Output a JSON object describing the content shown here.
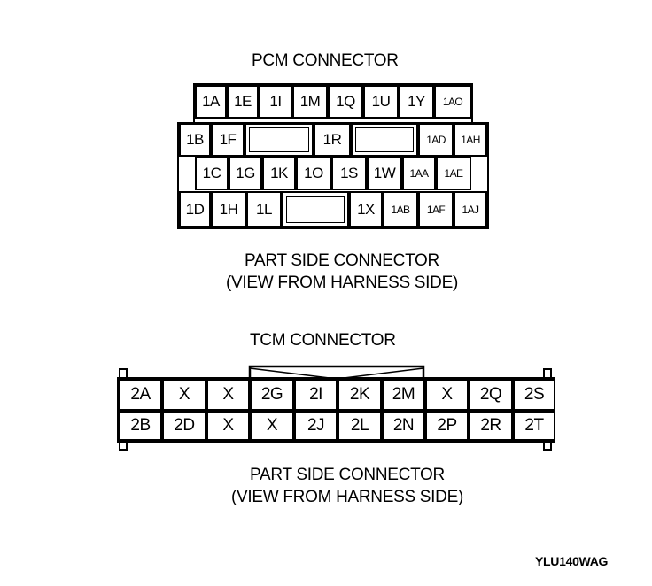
{
  "pcm": {
    "title": "PCM CONNECTOR",
    "rows": [
      [
        "1A",
        "1E",
        "1I",
        "1M",
        "1Q",
        "1U",
        "1Y",
        "1AO"
      ],
      [
        "1B",
        "1F",
        "",
        "1R",
        "",
        "1AD",
        "1AH"
      ],
      [
        "1C",
        "1G",
        "1K",
        "1O",
        "1S",
        "1W",
        "1AA",
        "1AE"
      ],
      [
        "1D",
        "1H",
        "1L",
        "",
        "1X",
        "1AB",
        "1AF",
        "1AJ"
      ]
    ],
    "caption_line1": "PART SIDE CONNECTOR",
    "caption_line2": "(VIEW FROM HARNESS SIDE)"
  },
  "tcm": {
    "title": "TCM CONNECTOR",
    "rows": [
      [
        "2A",
        "X",
        "X",
        "2G",
        "2I",
        "2K",
        "2M",
        "X",
        "2Q",
        "2S"
      ],
      [
        "2B",
        "2D",
        "X",
        "X",
        "2J",
        "2L",
        "2N",
        "2P",
        "2R",
        "2T"
      ]
    ],
    "caption_line1": "PART SIDE CONNECTOR",
    "caption_line2": "(VIEW FROM HARNESS SIDE)"
  },
  "figure_id": "YLU140WAG"
}
